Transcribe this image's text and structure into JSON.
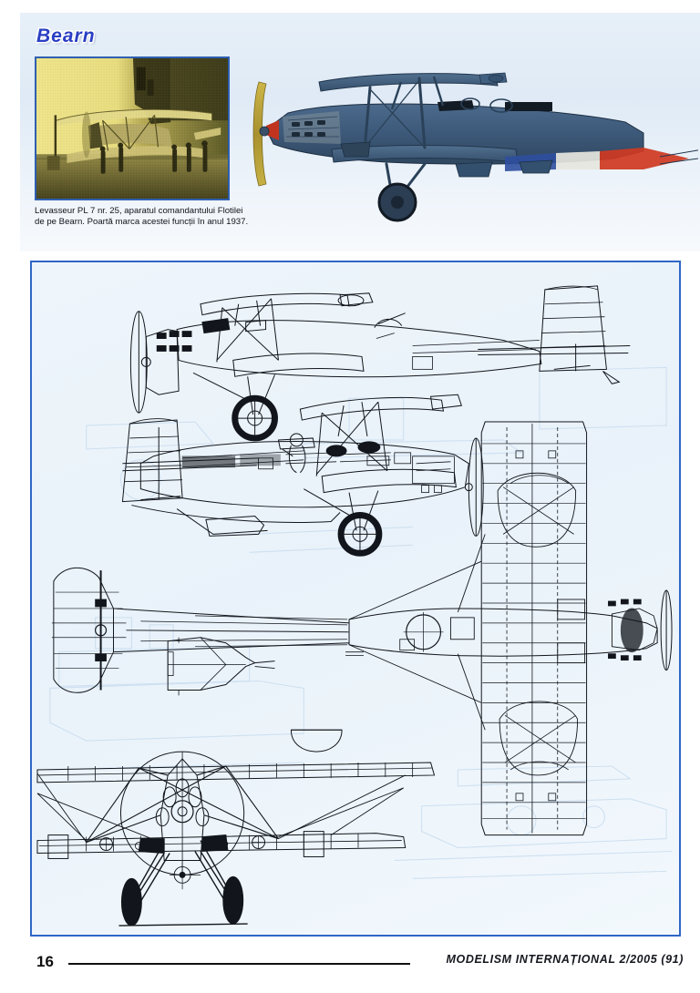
{
  "page": {
    "number": "16",
    "background_color": "#ffffff"
  },
  "header": {
    "title": "Bearn",
    "title_color": "#2a3fc4",
    "band_color": "#e4eef8"
  },
  "photo": {
    "name": "levasseur-pl7-carrier-deck-photo",
    "caption": "Levasseur PL 7 nr. 25, aparatul comandantului Flotilei de pe Bearn. Poartă marca acestei funcții în anul 1937.",
    "tone": "sepia",
    "border_color": "#2f5fb0"
  },
  "profile": {
    "name": "levasseur-pl7-colour-side-profile",
    "aircraft": "Levasseur PL 7",
    "serial": "25",
    "body_color": "#3f5a78",
    "propeller_color": "#b8a33a",
    "spinner_color": "#c0341f",
    "markings": {
      "tail_flag_colors": [
        "#2f4f9e",
        "#f2f2f0",
        "#cf3a22"
      ],
      "command_pennant_color": "#e8a81c",
      "anchor_color": "#12161e",
      "fuselage_flash_colors": [
        "#2f4f9e",
        "#e8e8e2",
        "#cf3a22"
      ]
    }
  },
  "blueprint": {
    "name": "levasseur-pl7-three-view-drawings",
    "border_color": "#2f66c6",
    "background_color": "#eef5fb",
    "line_color": "#101418",
    "ghost_color": "#cfe0ef",
    "views": [
      {
        "id": "side-view-outline",
        "label": "side view"
      },
      {
        "id": "side-view-structure",
        "label": "side view structure"
      },
      {
        "id": "top-plan-view",
        "label": "top plan view"
      },
      {
        "id": "front-elevation",
        "label": "front elevation"
      },
      {
        "id": "tail-detail",
        "label": "tail detail"
      }
    ]
  },
  "footer": {
    "page_number": "16",
    "issue_text": "MODELISM INTERNAȚIONAL 2/2005 (91)",
    "rule_color": "#111111"
  }
}
